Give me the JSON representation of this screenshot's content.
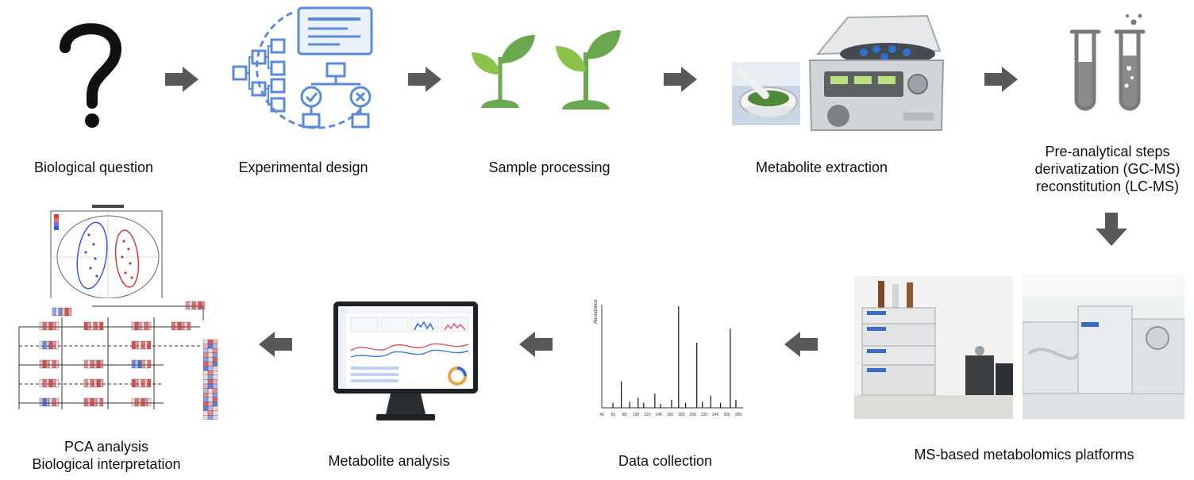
{
  "colors": {
    "arrow": "#595959",
    "icon_blue": "#5b8bd6",
    "plant_green": "#6aa84f",
    "heat_red": "#d43b3b",
    "heat_blue": "#3b5bd4"
  },
  "steps": [
    {
      "id": "biological-question",
      "label_lines": [
        "Biological question"
      ],
      "icon": "question-mark-icon"
    },
    {
      "id": "experimental-design",
      "label_lines": [
        "Experimental design"
      ],
      "icon": "flowchart-icon"
    },
    {
      "id": "sample-processing",
      "label_lines": [
        "Sample processing"
      ],
      "icon": "plant-sprout-icon"
    },
    {
      "id": "metabolite-extraction",
      "label_lines": [
        "Metabolite extraction"
      ],
      "icon": "centrifuge-icon"
    },
    {
      "id": "pre-analytical",
      "label_lines": [
        "Pre-analytical steps",
        "derivatization (GC-MS)",
        "reconstitution (LC-MS)"
      ],
      "icon": "test-tube-icon"
    },
    {
      "id": "ms-platforms",
      "label_lines": [
        "MS-based metabolomics platforms"
      ],
      "icon": "mass-spectrometer-icon"
    },
    {
      "id": "data-collection",
      "label_lines": [
        "Data collection"
      ],
      "icon": "spectrum-icon"
    },
    {
      "id": "metabolite-analysis",
      "label_lines": [
        "Metabolite analysis"
      ],
      "icon": "monitor-dashboard-icon"
    },
    {
      "id": "pca-analysis",
      "label_lines": [
        "PCA analysis",
        "Biological interpretation"
      ],
      "icon": "pathway-map-icon"
    }
  ],
  "spectrum": {
    "x_ticks": [
      "40",
      "60",
      "80",
      "100",
      "120",
      "140",
      "160",
      "180",
      "200",
      "220",
      "240",
      "260",
      "280"
    ]
  }
}
